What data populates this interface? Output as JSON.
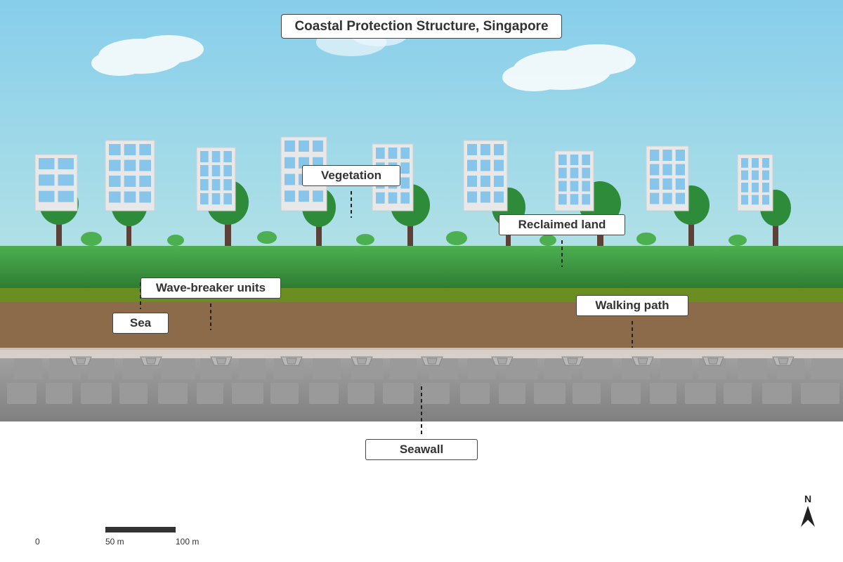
{
  "title": "Coastal Protection Structure, Singapore",
  "labels": {
    "vegetation": "Vegetation",
    "reclaimed_land": "Reclaimed land",
    "wave_breaker_units": "Wave-breaker units",
    "sea": "Sea",
    "walking_path": "Walking path",
    "seawall": "Seawall"
  },
  "scale_bar": {
    "tick_0": "0",
    "tick_1": "50 m",
    "tick_2": "100 m"
  },
  "north_arrow": {
    "letter": "N",
    "icon": "north-arrow-icon"
  },
  "colors": {
    "sky_top": "#87ceeb",
    "sky_bottom": "#b0e0e6",
    "grass": "#3a9a3a",
    "vegetation_strip": "#6b8e23",
    "soil": "#8b6b4a",
    "path": "#d9cfc9",
    "seawall": "#8a8a8a",
    "building": "#e8e8e8",
    "window": "#87c6ea",
    "tree": "#2e8b3a",
    "trunk": "#5d4037"
  }
}
